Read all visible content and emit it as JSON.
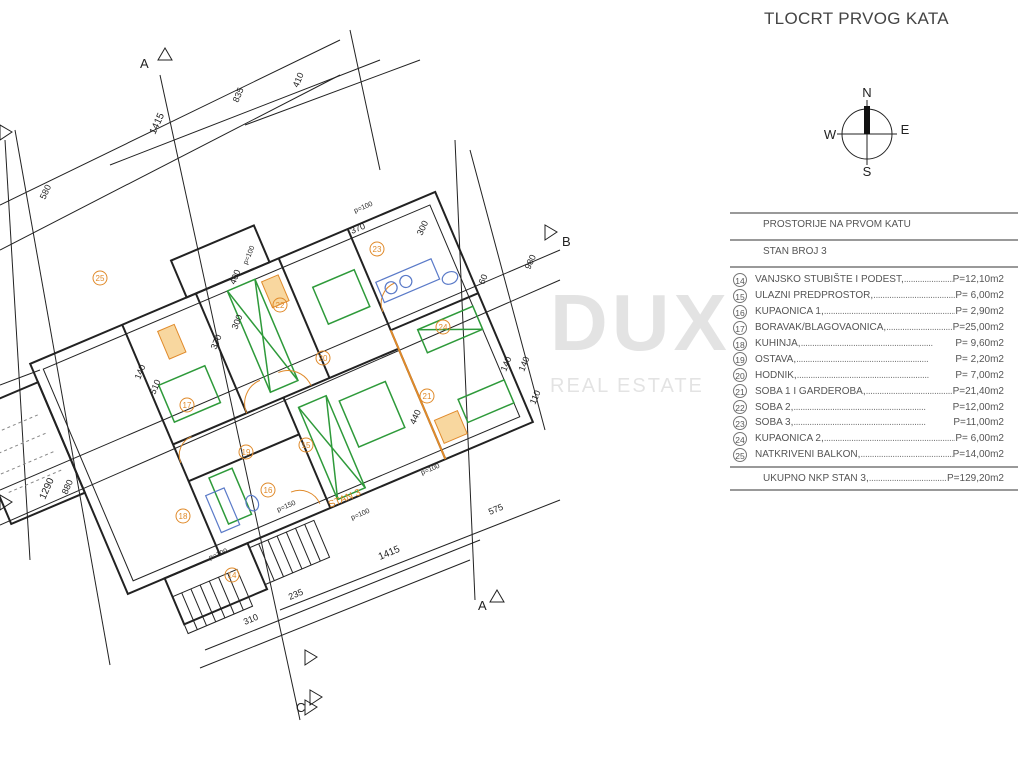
{
  "title": "TLOCRT PRVOG KATA",
  "compass": {
    "n": "N",
    "e": "E",
    "s": "S",
    "w": "W"
  },
  "legend": {
    "heading": "PROSTORIJE NA PRVOM KATU",
    "subheading": "STAN BROJ 3",
    "rooms": [
      {
        "num": "14",
        "name": "VANJSKO STUBIŠTE I PODEST,",
        "area": "P=12,10m2"
      },
      {
        "num": "15",
        "name": "ULAZNI PREDPROSTOR,",
        "area": "P=  6,00m2"
      },
      {
        "num": "16",
        "name": "KUPAONICA 1,",
        "area": "P=  2,90m2"
      },
      {
        "num": "17",
        "name": "BORAVAK/BLAGOVAONICA,",
        "area": "P=25,00m2"
      },
      {
        "num": "18",
        "name": "KUHINJA,",
        "area": "P=  9,60m2"
      },
      {
        "num": "19",
        "name": "OSTAVA,",
        "area": "P=  2,20m2"
      },
      {
        "num": "20",
        "name": "HODNIK,",
        "area": "P=  7,00m2"
      },
      {
        "num": "21",
        "name": "SOBA 1 I GARDEROBA,",
        "area": "P=21,40m2"
      },
      {
        "num": "22",
        "name": "SOBA 2,",
        "area": "P=12,00m2"
      },
      {
        "num": "23",
        "name": "SOBA 3,",
        "area": "P=11,00m2"
      },
      {
        "num": "24",
        "name": "KUPAONICA 2,",
        "area": "P=  6,00m2"
      },
      {
        "num": "25",
        "name": "NATKRIVENI BALKON,",
        "area": "P=14,00m2"
      }
    ],
    "total_name": "UKUPNO NKP STAN 3,",
    "total_area": "P=129,20m2"
  },
  "plan": {
    "sections": [
      "A",
      "A",
      "B",
      "C"
    ],
    "dimensions": [
      "1415",
      "835",
      "410",
      "580",
      "370",
      "400",
      "300",
      "300",
      "370",
      "980",
      "110",
      "440",
      "575",
      "1415",
      "235",
      "310",
      "1290",
      "880",
      "510",
      "140",
      "140",
      "60",
      "140",
      "p=100",
      "p=100",
      "p=100",
      "p=150",
      "p=100",
      "p=100"
    ],
    "apartment_label": "STAN 3",
    "room_numbers": [
      "14",
      "15",
      "16",
      "17",
      "18",
      "19",
      "20",
      "21",
      "22",
      "23",
      "24",
      "25"
    ]
  },
  "watermark": {
    "logo": "DUX",
    "tagline": "REAL ESTATE"
  },
  "colors": {
    "wall": "#333333",
    "furniture_green": "#2e9a3a",
    "door_orange": "#e08a2a",
    "sanitary_blue": "#5a7ac8"
  }
}
